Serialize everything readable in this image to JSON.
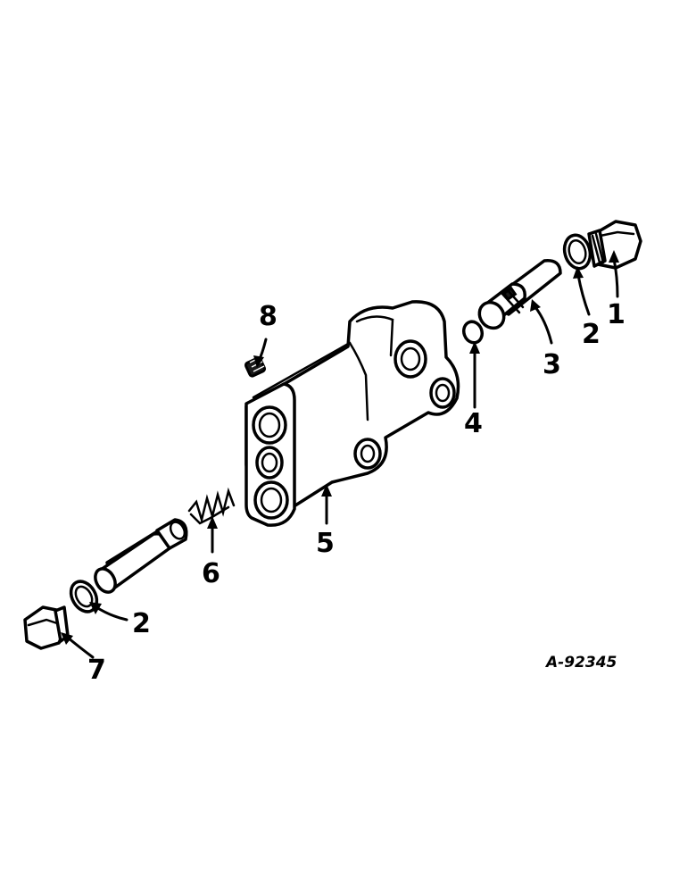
{
  "figure": {
    "reference_code": "A-92345"
  },
  "callouts": [
    {
      "id": "1",
      "label": "1"
    },
    {
      "id": "2a",
      "label": "2"
    },
    {
      "id": "3",
      "label": "3"
    },
    {
      "id": "4",
      "label": "4"
    },
    {
      "id": "5",
      "label": "5"
    },
    {
      "id": "6",
      "label": "6"
    },
    {
      "id": "2b",
      "label": "2"
    },
    {
      "id": "7",
      "label": "7"
    },
    {
      "id": "8",
      "label": "8"
    }
  ]
}
